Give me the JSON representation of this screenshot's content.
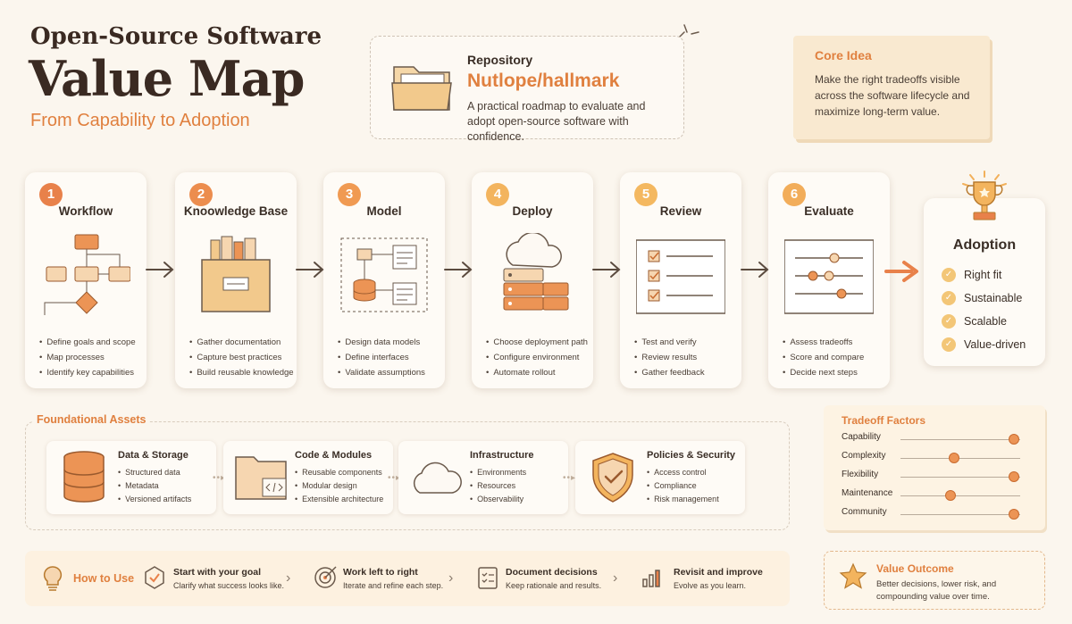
{
  "header": {
    "title_top": "Open-Source Software",
    "title_main": "Value Map",
    "subtitle": "From Capability to Adoption"
  },
  "repository": {
    "label": "Repository",
    "name": "Nutlope/hallmark",
    "description": "A practical roadmap to evaluate and adopt open-source software with confidence."
  },
  "core_idea": {
    "title": "Core Idea",
    "text": "Make the right tradeoffs visible across the software lifecycle and maximize long-term value."
  },
  "steps": [
    {
      "num": "1",
      "title": "Workflow",
      "color": "#e8814a",
      "bullets": [
        "Define goals and scope",
        "Map processes",
        "Identify key capabilities"
      ]
    },
    {
      "num": "2",
      "title": "Knoowledge Base",
      "color": "#ec8d4e",
      "bullets": [
        "Gather documentation",
        "Capture best practices",
        "Build reusable knowledge"
      ]
    },
    {
      "num": "3",
      "title": "Model",
      "color": "#f09a52",
      "bullets": [
        "Design data models",
        "Define interfaces",
        "Validate assumptions"
      ]
    },
    {
      "num": "4",
      "title": "Deploy",
      "color": "#f3b45e",
      "bullets": [
        "Choose deployment path",
        "Configure environment",
        "Automate rollout"
      ]
    },
    {
      "num": "5",
      "title": "Review",
      "color": "#f4b860",
      "bullets": [
        "Test and verify",
        "Review results",
        "Gather feedback"
      ]
    },
    {
      "num": "6",
      "title": "Evaluate",
      "color": "#f2ad5a",
      "bullets": [
        "Assess tradeoffs",
        "Score and compare",
        "Decide next steps"
      ]
    }
  ],
  "adoption": {
    "title": "Adoption",
    "items": [
      "Right fit",
      "Sustainable",
      "Scalable",
      "Value-driven"
    ]
  },
  "foundational": {
    "title": "Foundational Assets",
    "assets": [
      {
        "title": "Data & Storage",
        "items": [
          "Structured data",
          "Metadata",
          "Versioned artifacts"
        ]
      },
      {
        "title": "Code & Modules",
        "items": [
          "Reusable components",
          "Modular design",
          "Extensible architecture"
        ]
      },
      {
        "title": "Infrastructure",
        "items": [
          "Environments",
          "Resources",
          "Observability"
        ]
      },
      {
        "title": "Policies & Security",
        "items": [
          "Access control",
          "Compliance",
          "Risk management"
        ]
      }
    ]
  },
  "tradeoffs": {
    "title": "Tradeoff Factors",
    "rows": [
      {
        "label": "Capability",
        "level": 0.95
      },
      {
        "label": "Complexity",
        "level": 0.45
      },
      {
        "label": "Flexibility",
        "level": 0.95
      },
      {
        "label": "Maintenance",
        "level": 0.42
      },
      {
        "label": "Community",
        "level": 0.95
      }
    ]
  },
  "how_to_use": {
    "title": "How to Use",
    "steps": [
      {
        "title": "Start with your goal",
        "desc": "Clarify what success looks like."
      },
      {
        "title": "Work left to right",
        "desc": "Iterate and refine each step."
      },
      {
        "title": "Document decisions",
        "desc": "Keep rationale and results."
      },
      {
        "title": "Revisit and improve",
        "desc": "Evolve as you learn."
      }
    ]
  },
  "value_outcome": {
    "title": "Value Outcome",
    "text": "Better decisions, lower risk, and compounding value over time."
  },
  "colors": {
    "accent": "#e0803f",
    "background": "#fbf6ee",
    "card": "#fefbf6",
    "check": "#f3c677"
  }
}
